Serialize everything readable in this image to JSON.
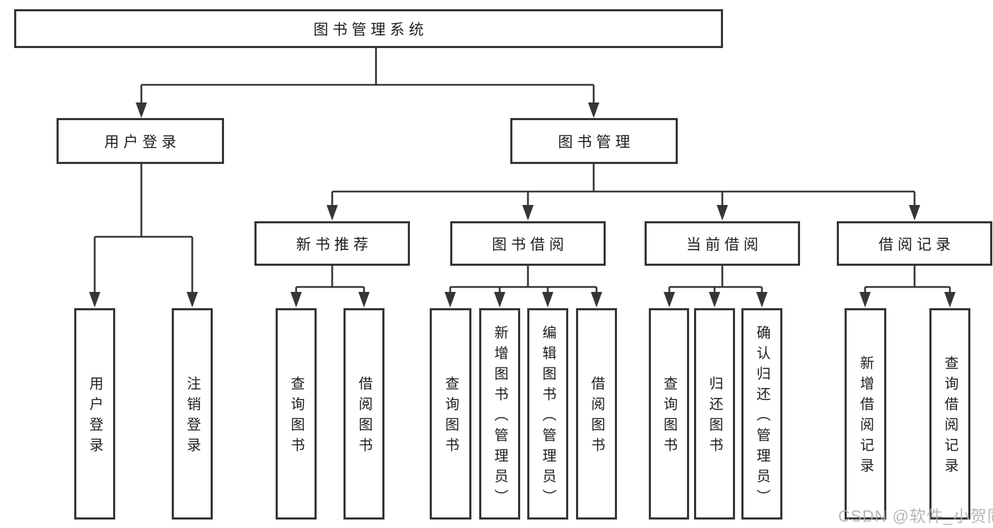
{
  "diagram_title": "图书管理系统",
  "tree": {
    "root": "图书管理系统",
    "branches": [
      {
        "label": "用户登录",
        "children": [
          "用户登录",
          "注销登录"
        ]
      },
      {
        "label": "图书管理",
        "groups": [
          {
            "label": "新书推荐",
            "children": [
              "查询图书",
              "借阅图书"
            ]
          },
          {
            "label": "图书借阅",
            "children": [
              "查询图书",
              "新增图书（管理员）",
              "编辑图书（管理员）",
              "借阅图书"
            ]
          },
          {
            "label": "当前借阅",
            "children": [
              "查询图书",
              "归还图书",
              "确认归还（管理员）"
            ]
          },
          {
            "label": "借阅记录",
            "children": [
              "新增借阅记录",
              "查询借阅记录"
            ]
          }
        ]
      }
    ]
  },
  "watermark": "CSDN @软件_小贺同学",
  "colors": {
    "line": "#363636",
    "text": "#1d1d1d",
    "background": "#ffffff",
    "watermark": "#aeaeae"
  }
}
